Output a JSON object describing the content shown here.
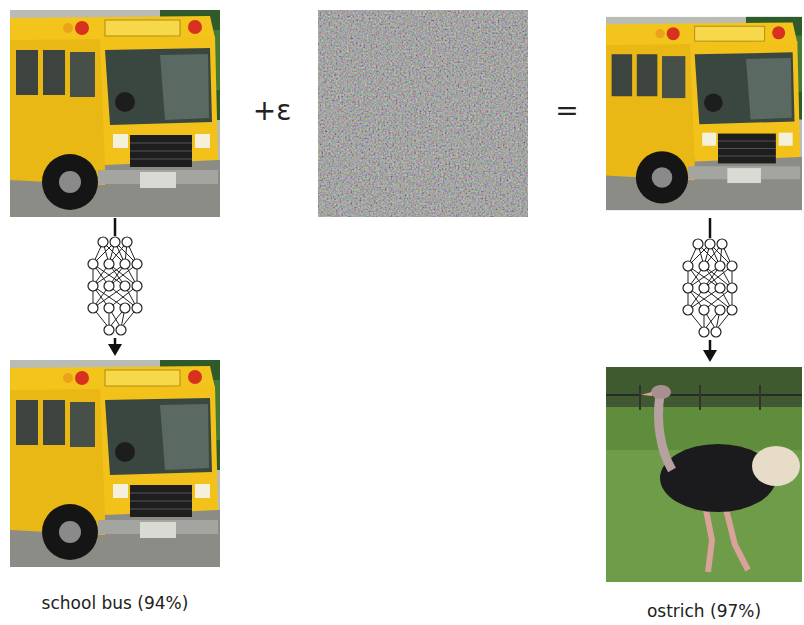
{
  "diagram": {
    "labels": [
      "+ε",
      "=",
      "school bus (94%)",
      "ostrich (97%)"
    ]
  }
}
